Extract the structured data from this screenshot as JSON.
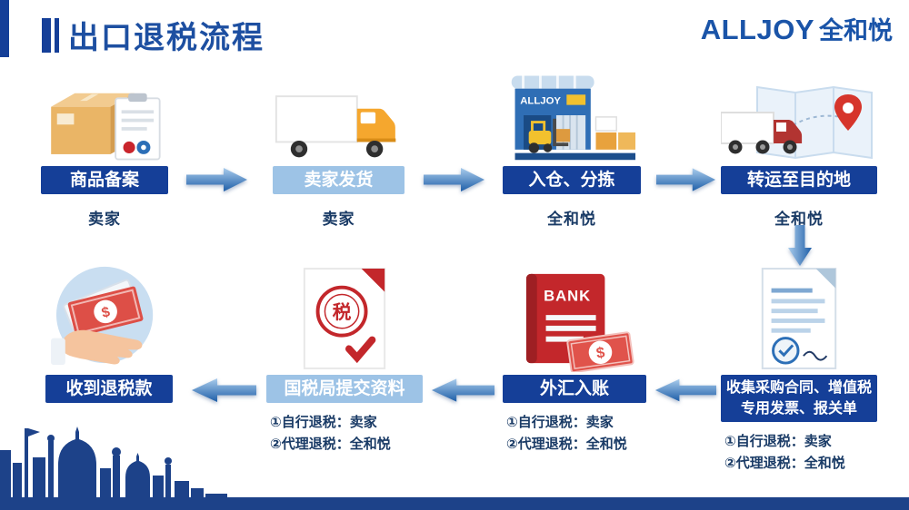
{
  "header": {
    "title": "出口退税流程",
    "logo_en": "ALLJOY",
    "logo_cn": "全和悦"
  },
  "steps": [
    {
      "label": "商品备案",
      "actor": "卖家"
    },
    {
      "label": "卖家发货",
      "actor": "卖家"
    },
    {
      "label": "入仓、分拣",
      "actor": "全和悦"
    },
    {
      "label": "转运至目的地",
      "actor": "全和悦"
    },
    {
      "label": "收集采购合同、增值税专用发票、报关单",
      "notes": [
        "①自行退税：卖家",
        "②代理退税：全和悦"
      ]
    },
    {
      "label": "外汇入账",
      "notes": [
        "①自行退税：卖家",
        "②代理退税：全和悦"
      ]
    },
    {
      "label": "国税局提交资料",
      "notes": [
        "①自行退税：卖家",
        "②代理退税：全和悦"
      ]
    },
    {
      "label": "收到退税款"
    }
  ],
  "icons": {
    "warehouse_sign": "ALLJOY",
    "bank_label": "BANK",
    "bank_currency": "$",
    "refund_currency": "$",
    "tax_seal": "税"
  },
  "colors": {
    "dark_blue": "#153F98",
    "light_blue": "#9DC3E6",
    "navy_text": "#1A3B66",
    "red": "#C3272B",
    "arrow_light": "#A9CCEC",
    "arrow_dark": "#1E5EA8"
  }
}
